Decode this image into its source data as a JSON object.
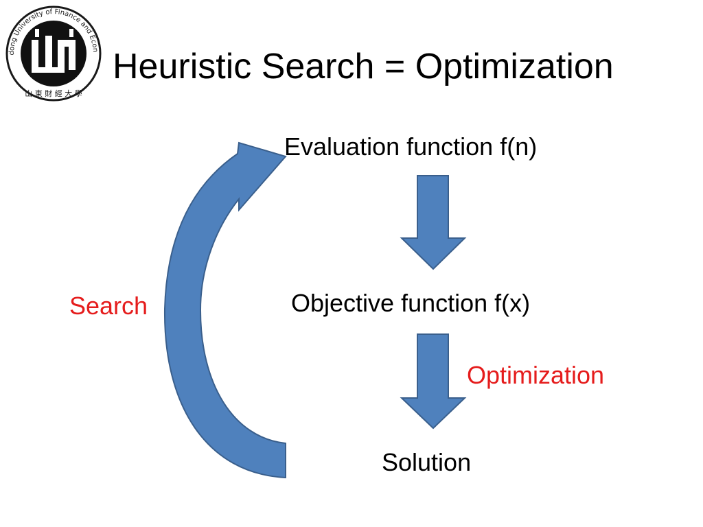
{
  "title": "Heuristic Search = Optimization",
  "logo": {
    "ring_text": "Shandong University of Finance and Economics",
    "characters": "山 東 財 經 大 學"
  },
  "diagram": {
    "nodes": {
      "evaluation": "Evaluation function f(n)",
      "objective": "Objective function f(x)",
      "solution": "Solution"
    },
    "edge_labels": {
      "search": "Search",
      "optimization": "Optimization"
    }
  },
  "colors": {
    "arrow_fill": "#4f81bd",
    "arrow_stroke": "#3a5f8c",
    "accent_text": "#e51c1c",
    "text": "#000000",
    "background": "#ffffff"
  }
}
